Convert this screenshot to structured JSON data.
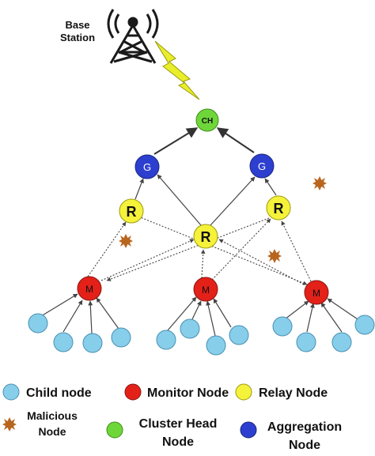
{
  "base_station": {
    "label_line1": "Base",
    "label_line2": "Station"
  },
  "nodes": {
    "cluster_head": "CH",
    "aggregation": "G",
    "relay": "R",
    "monitor": "M"
  },
  "legend": {
    "child": "Child node",
    "monitor": "Monitor Node",
    "relay": "Relay Node",
    "malicious_line1": "Malicious",
    "malicious_line2": "Node",
    "cluster_head_line1": "Cluster Head",
    "cluster_head_line2": "Node",
    "aggregation_line1": "Aggregation",
    "aggregation_line2": "Node"
  },
  "colors": {
    "child": "#87ceeb",
    "monitor": "#e32119",
    "relay": "#f5f23a",
    "cluster_head": "#6fd63a",
    "aggregation": "#2d3fcf",
    "malicious": "#b8651e",
    "lightning": "#e8ee2a"
  }
}
